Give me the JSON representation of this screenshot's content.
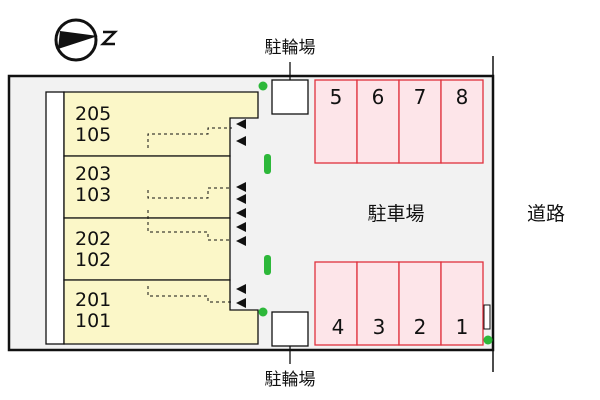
{
  "compass": {
    "north_label": "N",
    "icon": "north-arrow-icon"
  },
  "labels": {
    "bicycle_parking_top": "駐輪場",
    "bicycle_parking_bottom": "駐輪場",
    "parking": "駐車場",
    "road": "道路"
  },
  "units": [
    {
      "upper": "205",
      "lower": "105"
    },
    {
      "upper": "203",
      "lower": "103"
    },
    {
      "upper": "202",
      "lower": "102"
    },
    {
      "upper": "201",
      "lower": "101"
    }
  ],
  "parking_spaces_top": [
    "5",
    "6",
    "7",
    "8"
  ],
  "parking_spaces_bottom": [
    "4",
    "3",
    "2",
    "1"
  ],
  "colors": {
    "building_fill": "#fbf7c8",
    "lot_fill": "#f2f2f2",
    "parking_stroke": "#e0313d",
    "parking_fill": "#fde5e9",
    "shrub": "#2db83a"
  }
}
